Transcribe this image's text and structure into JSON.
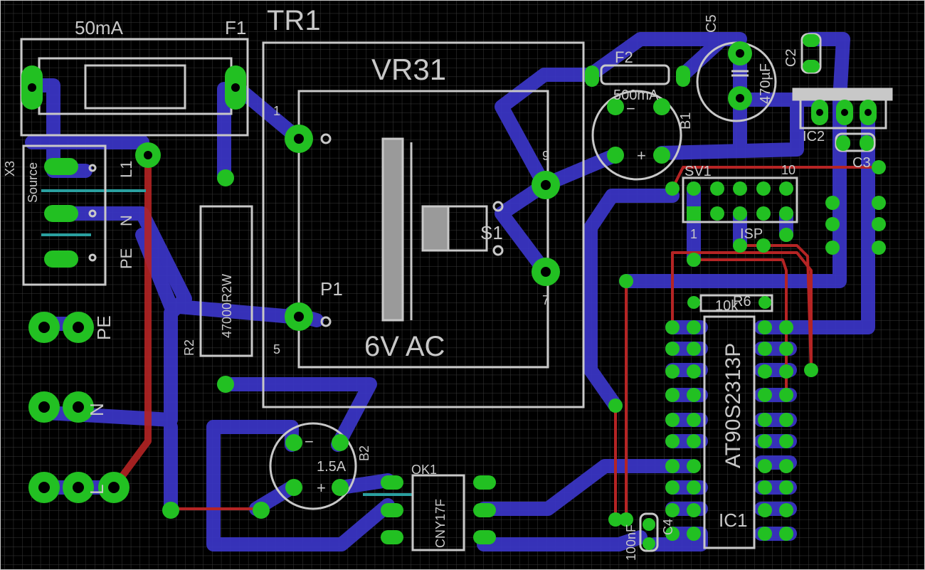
{
  "colors": {
    "background": "#000000",
    "grid": "#3a3a3a",
    "bottom_trace": "#3b36c8",
    "top_trace": "#b52424",
    "pad": "#22c022",
    "pad_hole": "#000000",
    "silkscreen": "#c8c8c8",
    "airwire": "#2aa0a0"
  },
  "labels": {
    "fuse_rating": "50mA",
    "fuse_name": "F1",
    "transformer_name": "TR1",
    "transformer_type": "VR31",
    "transformer_output": "6V AC",
    "tr_pin1": "1",
    "tr_pin5": "5",
    "tr_pin9": "9",
    "tr_pin7": "7",
    "primary_label": "P1",
    "secondary_label": "S1",
    "fuse2_name": "F2",
    "fuse2_rating": "500mA",
    "b1_name": "B1",
    "b1_minus": "−",
    "b1_plus": "+",
    "c5_name": "C5",
    "c5_value": "470µF",
    "c2_name": "C2",
    "ic2_name": "IC2",
    "c3_name": "C3",
    "sv1_name": "SV1",
    "sv1_pin10": "10",
    "sv1_pin1": "1",
    "isp_label": "ISP",
    "r6_value": "10k",
    "r6_name": "R6",
    "mcu_name": "AT90S2313P",
    "ic1_name": "IC1",
    "c4_name": "C4",
    "c4_value": "100nF",
    "x3_name": "X3",
    "x3_source": "Source",
    "l1_label": "L1",
    "n_label": "N",
    "pe_label": "PE",
    "pe_label2": "PE",
    "n_label2": "N",
    "l_label2": "L",
    "r2_name": "R2",
    "r2_value": "47000R2W",
    "b2_name": "B2",
    "b2_rating": "1.5A",
    "b2_minus": "−",
    "b2_plus": "+",
    "ok1_name": "OK1",
    "ok1_type": "CNY17F"
  }
}
